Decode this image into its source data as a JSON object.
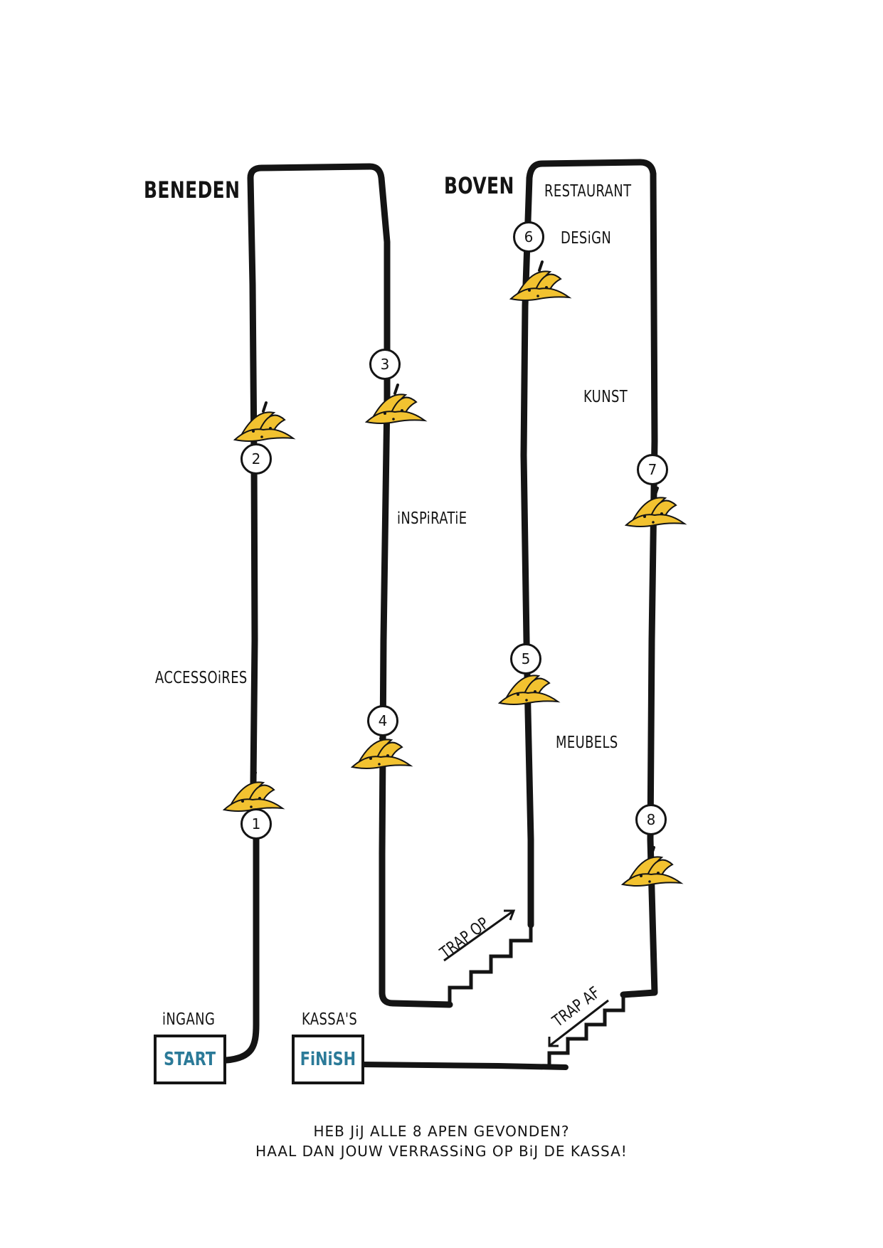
{
  "floors": {
    "downstairs": "BENEDEN",
    "upstairs": "BOVEN"
  },
  "areas": {
    "restaurant": "RESTAURANT",
    "design": "DESiGN",
    "kunst": "KUNST",
    "inspiratie": "iNSPiRATiE",
    "accessoires": "ACCESSOiRES",
    "meubels": "MEUBELS"
  },
  "entrance": {
    "label": "iNGANG",
    "button": "START"
  },
  "checkout": {
    "label": "KASSA'S",
    "button": "FiNiSH"
  },
  "stairs": {
    "up": "TRAP OP",
    "down": "TRAP AF"
  },
  "checkpoints": [
    "1",
    "2",
    "3",
    "4",
    "5",
    "6",
    "7",
    "8"
  ],
  "footer": {
    "line1": "HEB JiJ ALLE 8 APEN GEVONDEN?",
    "line2": "HAAL DAN JOUW VERRASSiNG OP BiJ DE KASSA!"
  },
  "colors": {
    "path": "#141414",
    "banana": "#f2c230",
    "accent": "#2b7a98",
    "background": "#ffffff"
  }
}
